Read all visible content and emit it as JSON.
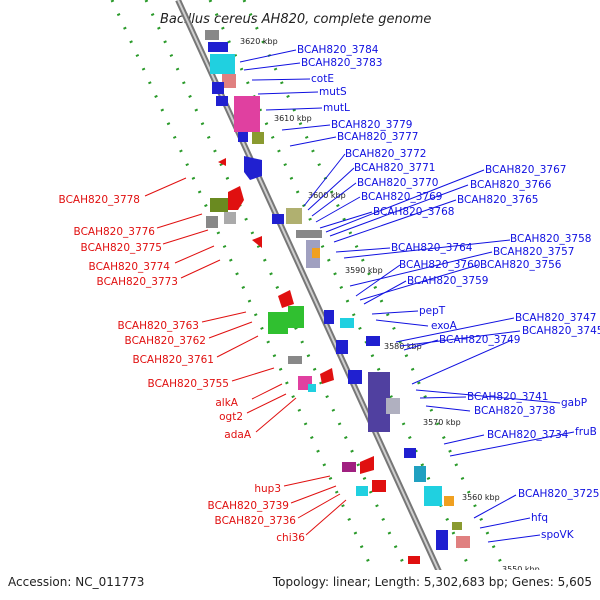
{
  "title": "Bacillus cereus AH820, complete genome",
  "footer": {
    "accession": "Accession: NC_011773",
    "stats": "Topology: linear; Length: 5,302,683 bp; Genes: 5,605"
  },
  "colors": {
    "plus_strand": "#1010e0",
    "minus_strand": "#e01010",
    "axis": "#888888",
    "dots": "#2a9a2a"
  },
  "ticks": [
    "3620 kbp",
    "3610 kbp",
    "3600 kbp",
    "3590 kbp",
    "3580 kbp",
    "3570 kbp",
    "3560 kbp",
    "3550 kbp"
  ],
  "right_labels": [
    "BCAH820_3784",
    "BCAH820_3783",
    "cotE",
    "mutS",
    "mutL",
    "BCAH820_3779",
    "BCAH820_3777",
    "BCAH820_3772",
    "BCAH820_3771",
    "BCAH820_3770",
    "BCAH820_3769",
    "BCAH820_3768",
    "BCAH820_3767",
    "BCAH820_3766",
    "BCAH820_3765",
    "BCAH820_3764",
    "BCAH820_3758",
    "BCAH820_3757",
    "BCAH820_3760",
    "BCAH820_3756",
    "BCAH820_3759",
    "pepT",
    "exoA",
    "BCAH820_3747",
    "BCAH820_3745",
    "BCAH820_3749",
    "gabP",
    "BCAH820_3741",
    "BCAH820_3738",
    "BCAH820_3734",
    "fruB",
    "BCAH820_3725",
    "hfq",
    "spoVK"
  ],
  "left_labels": [
    "BCAH820_3778",
    "BCAH820_3776",
    "BCAH820_3775",
    "BCAH820_3774",
    "BCAH820_3773",
    "BCAH820_3763",
    "BCAH820_3762",
    "BCAH820_3761",
    "BCAH820_3755",
    "alkA",
    "ogt2",
    "adaA",
    "hup3",
    "BCAH820_3739",
    "BCAH820_3736",
    "chi36"
  ]
}
